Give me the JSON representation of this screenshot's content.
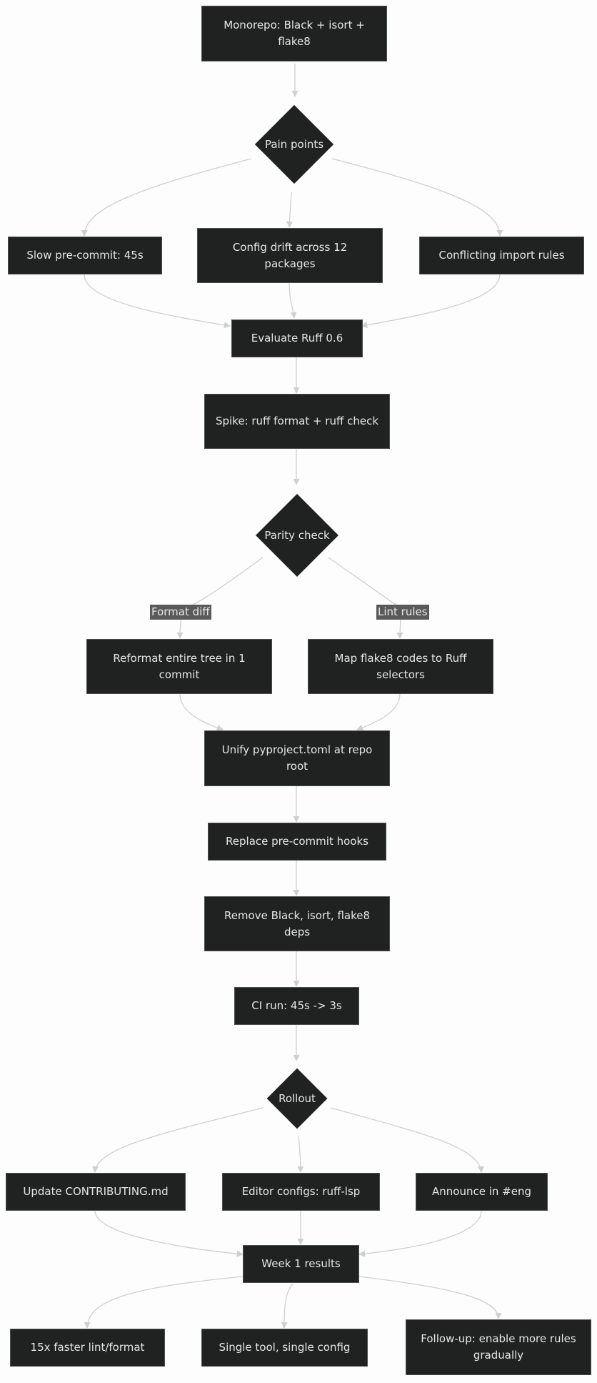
{
  "diagram": {
    "nodes": {
      "monorepo": "Monorepo: Black + isort + flake8",
      "pain_points": "Pain points",
      "slow_precommit": "Slow pre-commit: 45s",
      "config_drift": "Config drift across 12 packages",
      "conflicting_imports": "Conflicting import rules",
      "evaluate_ruff": "Evaluate Ruff 0.6",
      "spike": "Spike: ruff format + ruff check",
      "parity_check": "Parity check",
      "reformat_tree": "Reformat entire tree in 1 commit",
      "map_flake8": "Map flake8 codes to Ruff selectors",
      "unify_pyproject": "Unify pyproject.toml at repo root",
      "replace_hooks": "Replace pre-commit hooks",
      "remove_deps": "Remove Black, isort, flake8 deps",
      "ci_run": "CI run: 45s -> 3s",
      "rollout": "Rollout",
      "update_contributing": "Update CONTRIBUTING.md",
      "editor_configs": "Editor configs: ruff-lsp",
      "announce": "Announce in #eng",
      "week1_results": "Week 1 results",
      "faster": "15x faster lint/format",
      "single_tool": "Single tool, single config",
      "followup": "Follow-up: enable more rules gradually"
    },
    "edge_labels": {
      "format_diff": "Format diff",
      "lint_rules": "Lint rules"
    },
    "colors": {
      "node_fill": "#202221",
      "node_text": "#e6e6e6",
      "edge": "#cfcfcf",
      "label_bg": "#5a5a5a",
      "background": "#fdfdfd"
    }
  }
}
